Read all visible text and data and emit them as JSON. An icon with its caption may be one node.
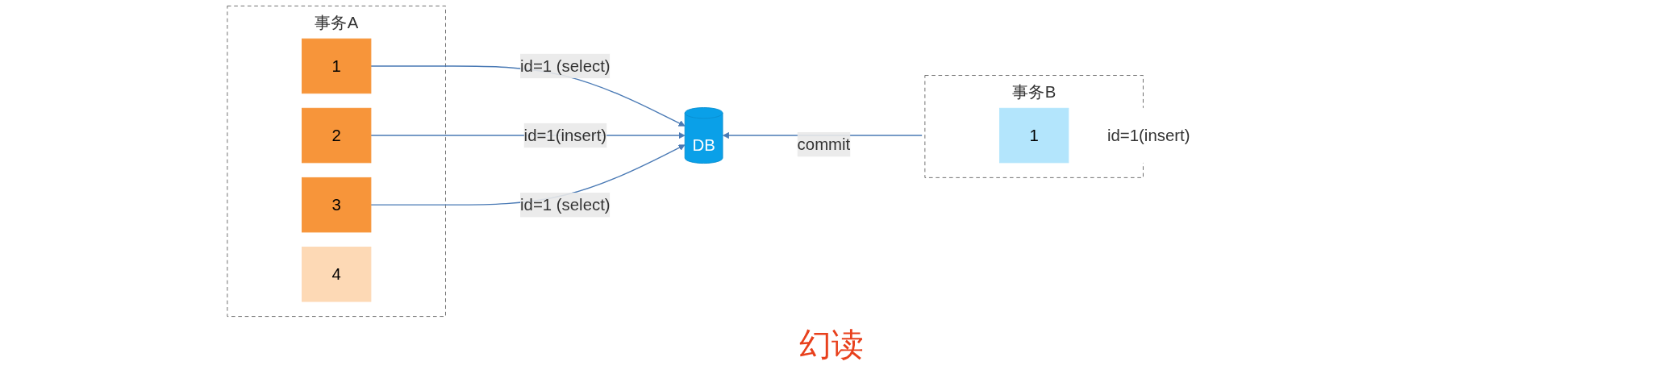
{
  "diagram": {
    "nodes": [
      {
        "text": [
          "事务A"
        ]
      },
      {
        "text": [
          "1"
        ],
        "in": 0
      },
      {
        "text": [
          "2"
        ],
        "in": 0
      },
      {
        "text": [
          "3"
        ],
        "in": 0
      },
      {
        "text": [
          "4"
        ],
        "in": 0
      },
      {
        "text": [
          "DB"
        ]
      },
      {
        "text": [
          "事务B"
        ]
      },
      {
        "text": [
          "1"
        ],
        "in": 6,
        "beside": [
          "id=1(insert)"
        ]
      }
    ],
    "edges": [
      {
        "from": 1,
        "to": 5,
        "arrow": "to",
        "label": "id=1 (select)"
      },
      {
        "from": 2,
        "to": 5,
        "arrow": "to",
        "label": "id=1(insert)"
      },
      {
        "from": 3,
        "to": 5,
        "arrow": "to",
        "label": "id=1 (select)"
      },
      {
        "from": 6,
        "to": 5,
        "arrow": "to",
        "label": "commit"
      }
    ],
    "labels": [
      "幻读"
    ]
  }
}
